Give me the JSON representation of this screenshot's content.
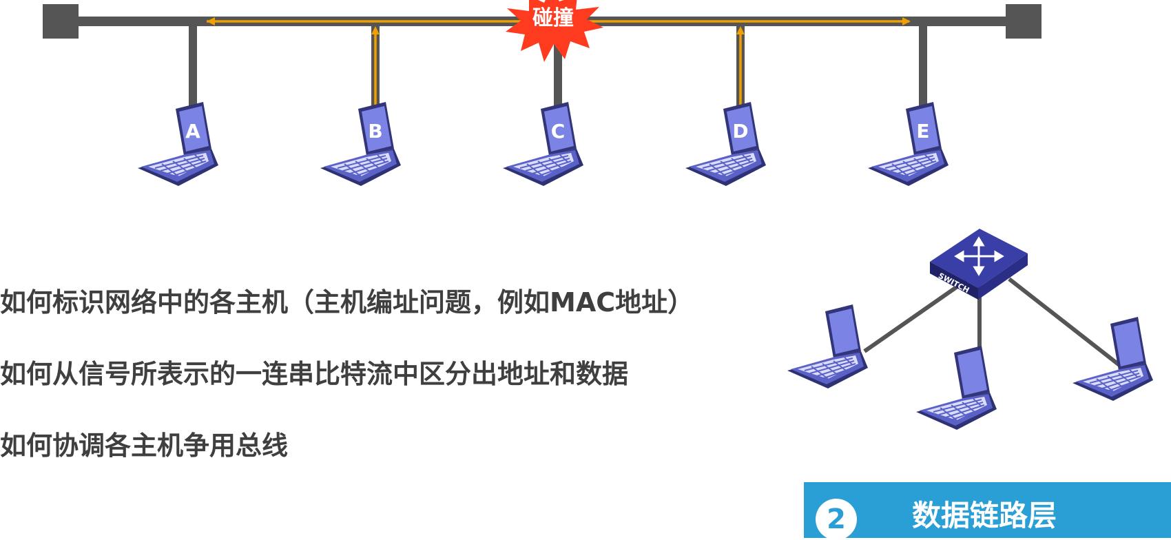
{
  "bus_diagram": {
    "collision_label": "碰撞",
    "hosts": [
      "A",
      "B",
      "C",
      "D",
      "E"
    ]
  },
  "switch_diagram": {
    "switch_label": "SWITCH"
  },
  "bullets": [
    "如何标识网络中的各主机（主机编址问题，例如MAC地址）",
    "如何从信号所表示的一连串比特流中区分出地址和数据",
    "如何协调各主机争用总线"
  ],
  "layer_banner": {
    "number": "2",
    "title": "数据链路层"
  },
  "colors": {
    "bus": "#555555",
    "signal": "#f0a000",
    "collision": "#ff3b1f",
    "laptop_screen": "#6a72d6",
    "text": "#3f3f3f",
    "banner": "#2a9fd6"
  }
}
